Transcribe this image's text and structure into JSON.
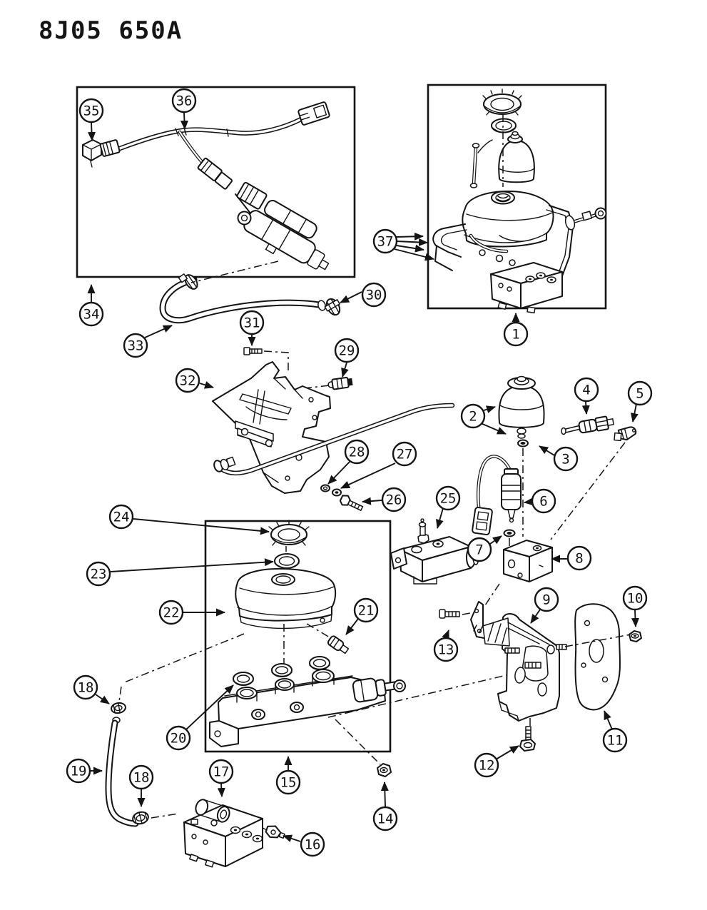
{
  "title": "8J05 650A",
  "colors": {
    "ink": "#141414",
    "paper": "#ffffff"
  },
  "callouts": {
    "c1": "1",
    "c2": "2",
    "c3": "3",
    "c4": "4",
    "c5": "5",
    "c6": "6",
    "c7": "7",
    "c8": "8",
    "c9": "9",
    "c10": "10",
    "c11": "11",
    "c12": "12",
    "c13": "13",
    "c14": "14",
    "c15": "15",
    "c16": "16",
    "c17": "17",
    "c18a": "18",
    "c18b": "18",
    "c19": "19",
    "c20": "20",
    "c21": "21",
    "c22": "22",
    "c23": "23",
    "c24": "24",
    "c25": "25",
    "c26": "26",
    "c27": "27",
    "c28": "28",
    "c29": "29",
    "c30": "30",
    "c31": "31",
    "c32": "32",
    "c33": "33",
    "c34": "34",
    "c35": "35",
    "c36": "36",
    "c37": "37"
  }
}
